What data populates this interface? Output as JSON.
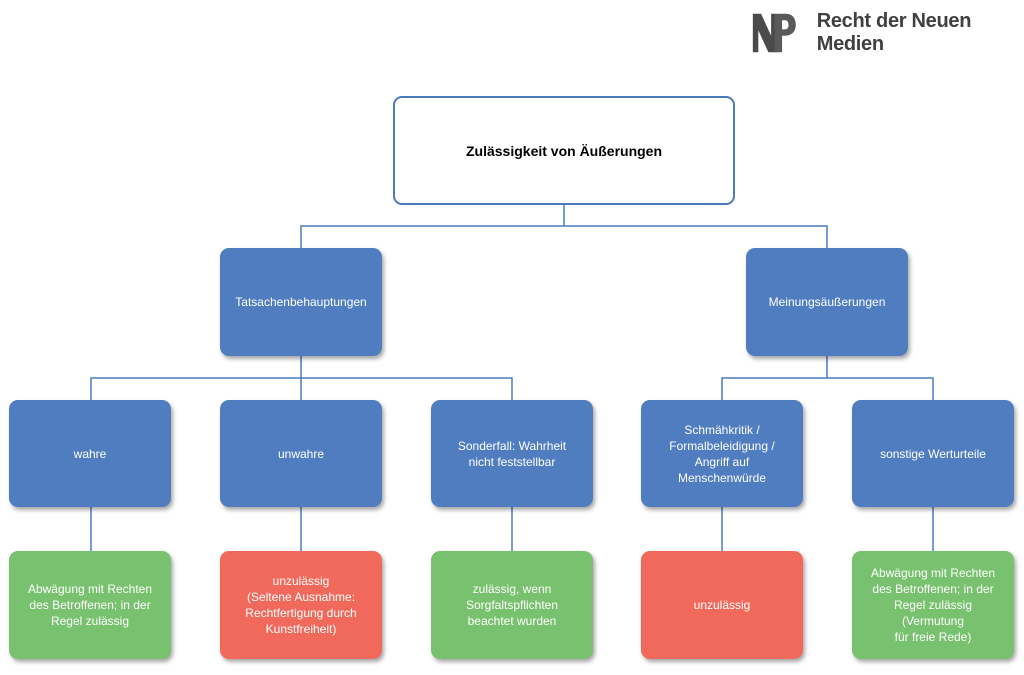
{
  "brand": {
    "mark": "NP",
    "name": "Recht der Neuen Medien"
  },
  "colors": {
    "blue": "#4f7dbf",
    "green": "#78c16e",
    "red": "#f0695a",
    "line": "#4a7bbf"
  },
  "diagram": {
    "root": "Zulässigkeit von Äußerungen",
    "level1": {
      "facts": "Tatsachenbehauptungen",
      "opinions": "Meinungsäußerungen"
    },
    "level2": {
      "true": "wahre",
      "untrue": "unwahre",
      "special": "Sonderfall: Wahrheit\nnicht feststellbar",
      "abusive": "Schmähkritik /\nFormalbeleidigung /\nAngriff auf\nMenschenwürde",
      "other": "sonstige Werturteile"
    },
    "level3": {
      "true_result": "Abwägung mit Rechten\ndes Betroffenen; in der\nRegel zulässig",
      "untrue_result": "unzulässig\n(Seltene Ausnahme:\nRechtfertigung durch\nKunstfreiheit)",
      "special_result": "zulässig, wenn\nSorgfaltspflichten\nbeachtet wurden",
      "abusive_result": "unzulässig",
      "other_result": "Abwägung mit Rechten\ndes Betroffenen; in der\nRegel zulässig (Vermutung\nfür freie Rede)"
    }
  }
}
